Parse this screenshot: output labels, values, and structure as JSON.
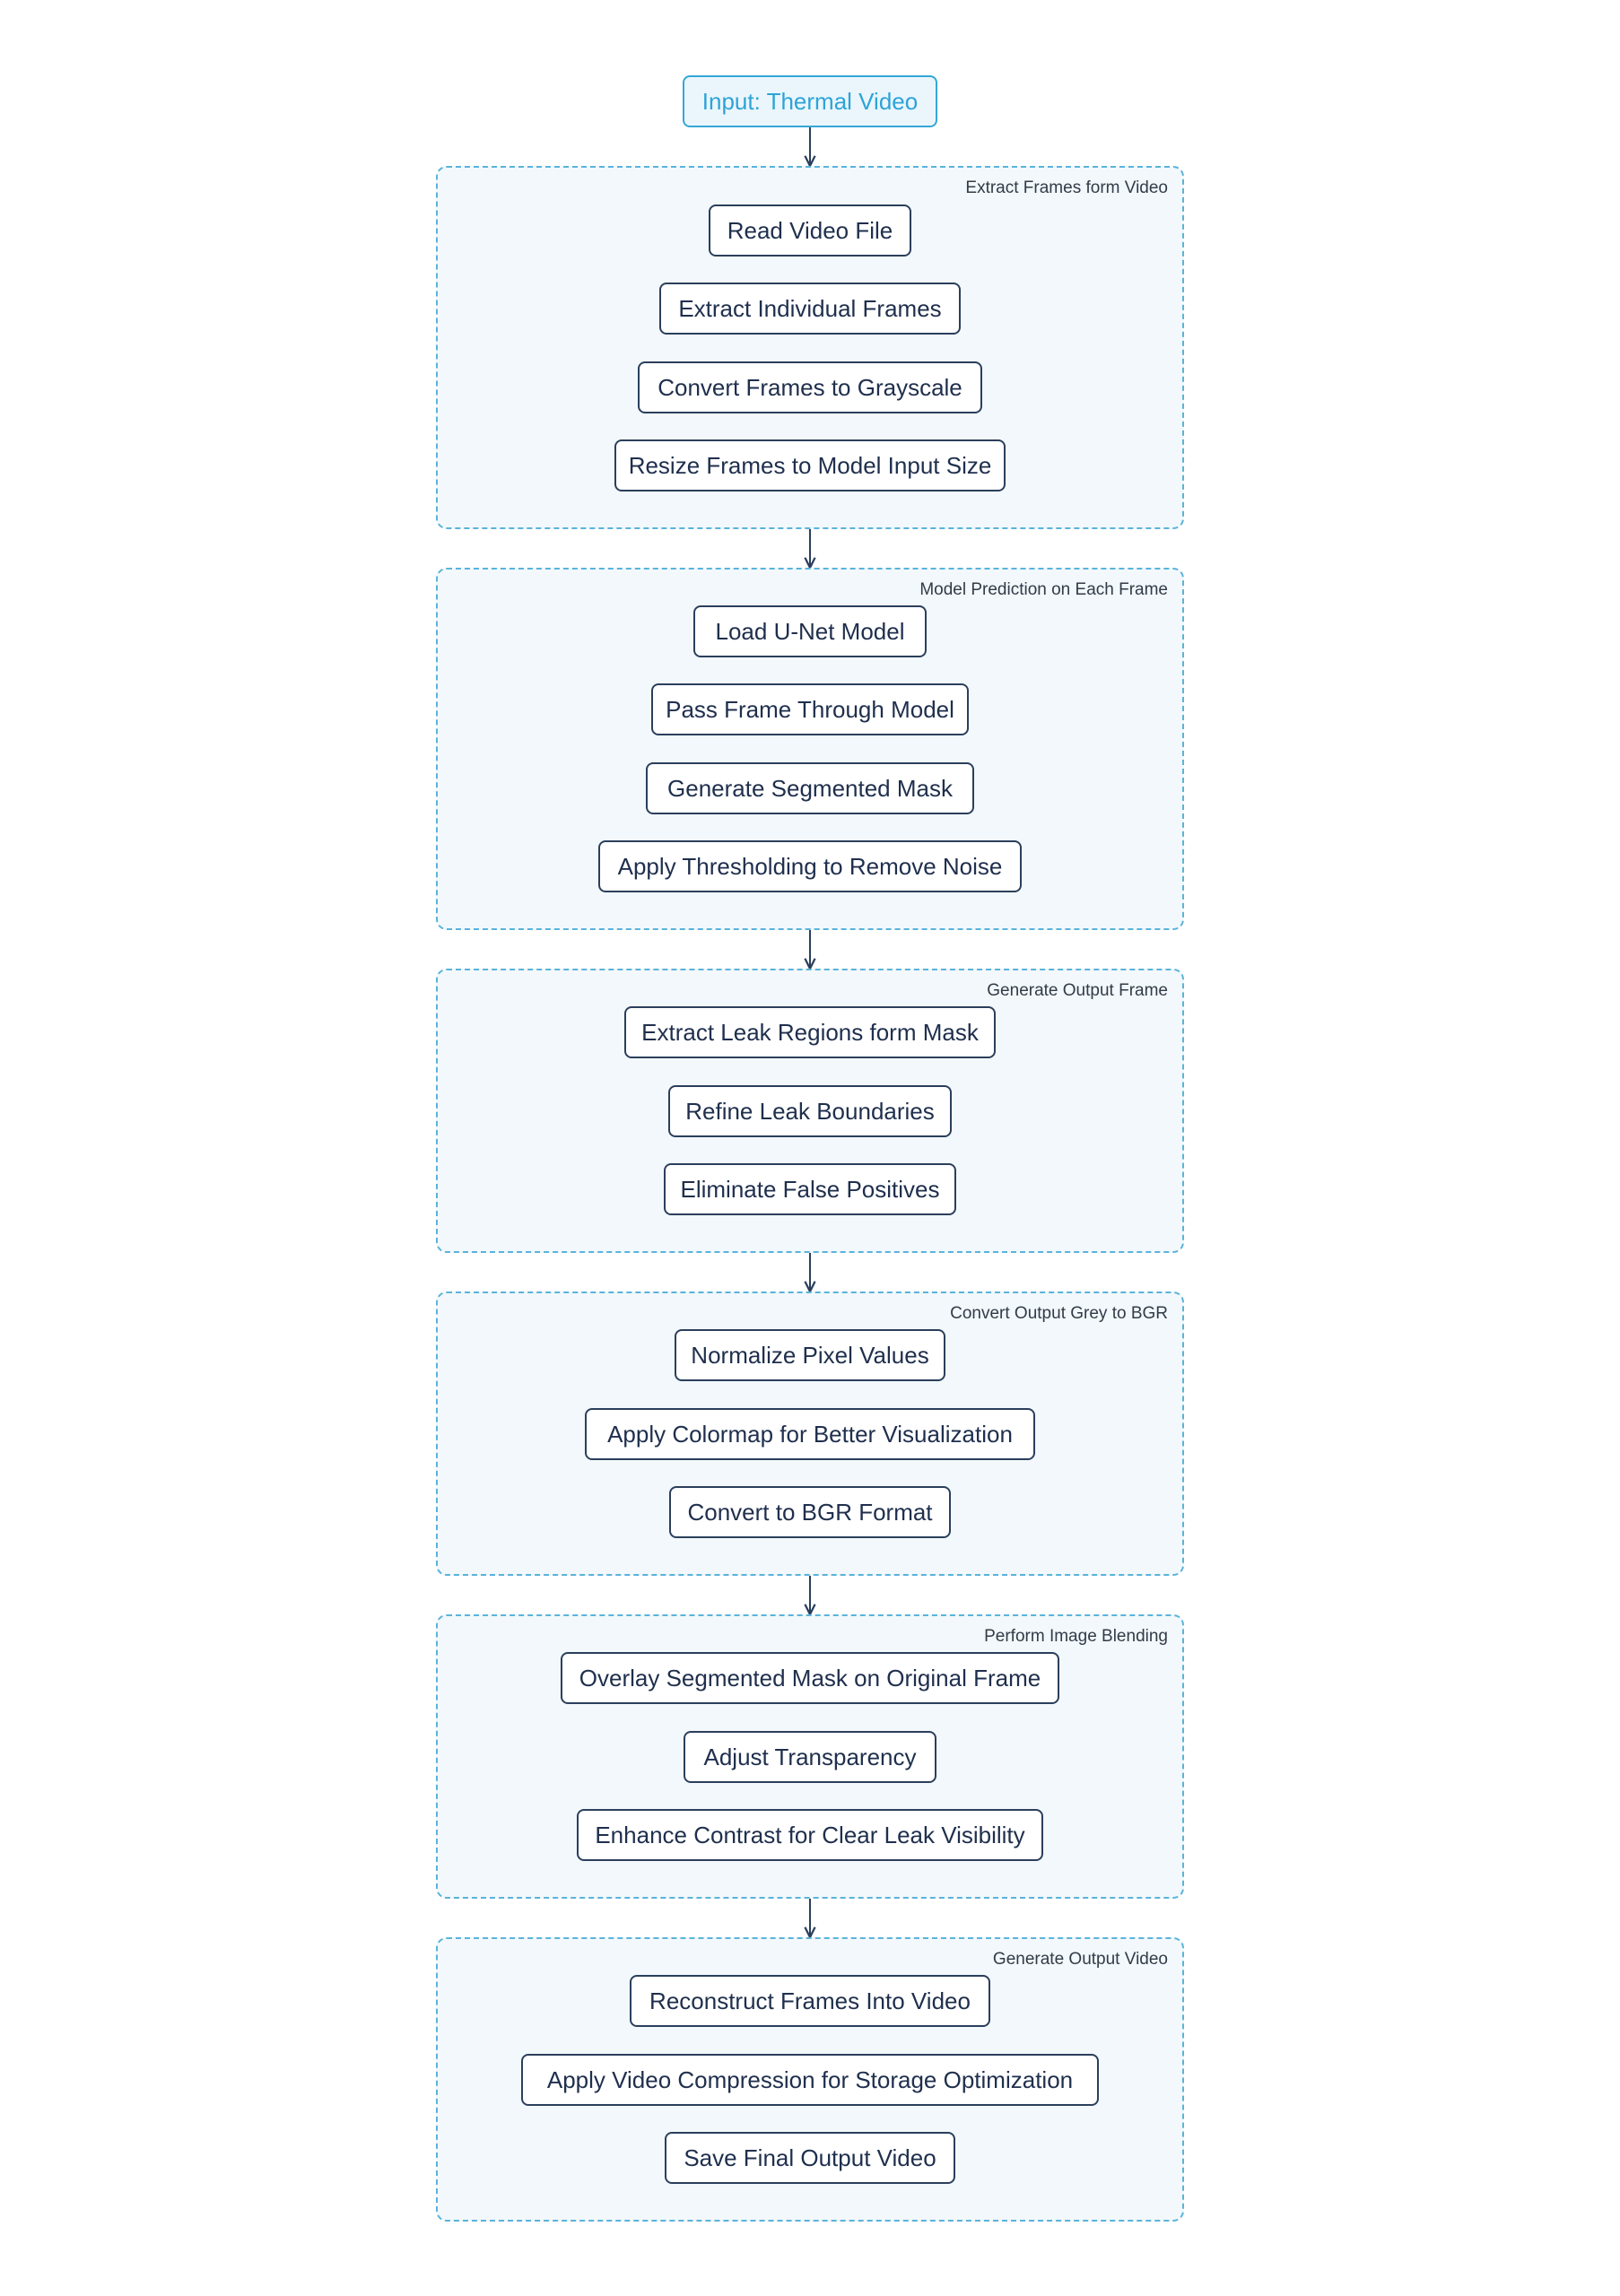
{
  "input": {
    "label": "Input: Thermal Video"
  },
  "stages": [
    {
      "title": "Extract Frames form Video",
      "steps": [
        "Read Video File",
        "Extract Individual Frames",
        "Convert Frames to Grayscale",
        "Resize Frames to Model Input Size"
      ]
    },
    {
      "title": "Model Prediction on Each Frame",
      "steps": [
        "Load U-Net Model",
        "Pass Frame Through Model",
        "Generate Segmented Mask",
        "Apply Thresholding to Remove Noise"
      ]
    },
    {
      "title": "Generate Output Frame",
      "steps": [
        "Extract Leak Regions form Mask",
        "Refine Leak Boundaries",
        "Eliminate False Positives"
      ]
    },
    {
      "title": "Convert Output Grey to BGR",
      "steps": [
        "Normalize Pixel Values",
        "Apply Colormap for Better Visualization",
        "Convert to BGR Format"
      ]
    },
    {
      "title": "Perform Image Blending",
      "steps": [
        "Overlay Segmented Mask on Original Frame",
        "Adjust Transparency",
        "Enhance Contrast for Clear Leak Visibility"
      ]
    },
    {
      "title": "Generate Output Video",
      "steps": [
        "Reconstruct Frames Into Video",
        "Apply Video Compression for Storage Optimization",
        "Save Final Output Video"
      ]
    }
  ],
  "colors": {
    "accent": "#35a7d6",
    "node_border": "#2b3f5c",
    "group_fill": "#f2f8fb",
    "text": "#1f2f4d"
  }
}
